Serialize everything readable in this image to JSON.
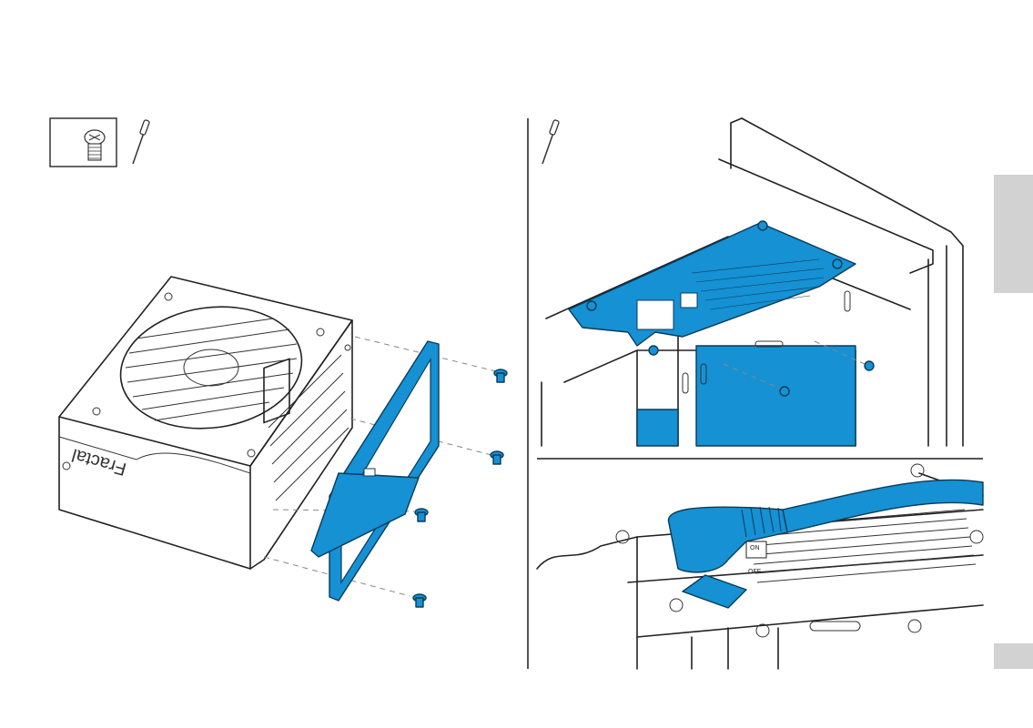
{
  "left_panel": {
    "brand_text": "Fractal"
  },
  "right_bottom": {
    "switch_on_label": "ON",
    "switch_off_label": "OFF"
  },
  "colors": {
    "accent_blue": "#1591d4",
    "tab_grey": "#d2d2d2",
    "line": "#222222"
  },
  "icons": [
    "screw-icon",
    "screwdriver-icon"
  ]
}
